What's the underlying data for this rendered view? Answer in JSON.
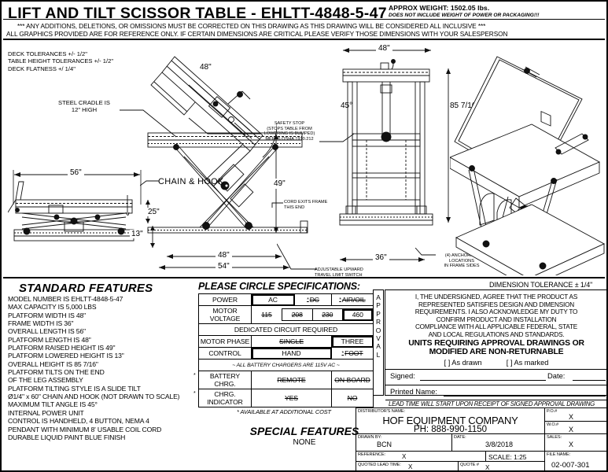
{
  "header": {
    "title": "LIFT AND TILT SCISSOR TABLE - EHLTT-4848-5-47",
    "weight": "APPROX WEIGHT: 1502.05 lbs.",
    "weight_note": "DOES NOT INCLUDE WEIGHT OF POWER OR PACKAGING!!!",
    "note_line1": "*** ANY ADDITIONS, DELETIONS, OR OMISSIONS MUST BE CORRECTED ON THIS DRAWING AS THIS DRAWING WILL BE CONSIDERED ALL INCLUSIVE ***",
    "note_line2": "ALL GRAPHICS PROVIDED ARE FOR REFERENCE ONLY. IF CERTAIN DIMENSIONS ARE CRITICAL PLEASE VERIFY THOSE DIMENSIONS WITH YOUR SALESPERSON"
  },
  "drawing": {
    "tolerances": {
      "line1": "DECK TOLERANCES +/- 1/2\"",
      "line2": "TABLE HEIGHT TOLERANCES +/- 1/2\"",
      "line3": "DECK FLATNESS +/ 1/4\""
    },
    "callouts": {
      "cradle_l1": "STEEL CRADLE IS",
      "cradle_l2": "12\" HIGH",
      "chain_hook": "CHAIN & HOOK",
      "safety_l1": "SAFETY STOP",
      "safety_l2": "(STOPS TABLE FROM",
      "safety_l3": "LOWERING IS BUMPED)",
      "safety_l4": "MEETS OSHA 1910.212",
      "cord_l1": "CORD EXITS FRAME",
      "cord_l2": "THIS END",
      "limit_l1": "ADJUSTABLE UPWARD",
      "limit_l2": "TRAVEL LIMIT SWITCH",
      "anchor_l1": "(4) ANCHORING",
      "anchor_l2": "LOCATIONS",
      "anchor_l3": "IN FRAME SIDES"
    },
    "dims": {
      "d48_tilt": "48\"",
      "angle45": "45°",
      "d48_top": "48\"",
      "d85_7_16": "85 7/16\"",
      "d56": "56\"",
      "d25": "25\"",
      "d13": "13\"",
      "d49": "49\"",
      "d48_base": "48\"",
      "d54": "54\"",
      "d36": "36\""
    }
  },
  "standard_features": {
    "title": "STANDARD FEATURES",
    "items": [
      "MODEL NUMBER IS EHLTT-4848-5-47",
      "MAX CAPACITY IS 5,000 LBS",
      "PLATFORM WIDTH IS  48\"",
      "FRAME WIDTH IS  36\"",
      "OVERALL LENGTH IS  56\"",
      "PLATFORM LENGTH IS  48\"",
      "PLATFORM RAISED HEIGHT IS  49\"",
      "PLATFORM LOWERED HEIGHT IS  13\"",
      "OVERALL HEIGHT IS  85 7/16\"",
      "PLATFORM TILTS ON THE END",
      "OF THE LEG ASSEMBLY",
      "PLATFORM TILTING STYLE IS A SLIDE TILT",
      "Ø1/4\" x 60\" CHAIN AND HOOK (NOT DRAWN TO SCALE)",
      "MAXIMUM TILT ANGLE IS  45°",
      "INTERNAL POWER UNIT",
      "CONTROL IS HANDHELD, 4 BUTTON, NEMA 4",
      "PENDANT WITH MINIMUM 8' USABLE COIL CORD",
      "DURABLE LIQUID PAINT BLUE FINISH"
    ]
  },
  "special_features": {
    "title": "SPECIAL FEATURES",
    "value": "NONE"
  },
  "specifications": {
    "title": "PLEASE CIRCLE SPECIFICATIONS:",
    "rows": {
      "power": {
        "label": "POWER",
        "options": [
          "AC",
          "DC",
          "AIR/OIL"
        ],
        "selected": "AC"
      },
      "motor_voltage": {
        "label": "MOTOR VOLTAGE",
        "options": [
          "115",
          "208",
          "230",
          "460"
        ],
        "selected": "460"
      },
      "dedicated": "DEDICATED CIRCUIT REQUIRED",
      "motor_phase": {
        "label": "MOTOR PHASE",
        "options": [
          "SINGLE",
          "THREE"
        ],
        "selected": "THREE"
      },
      "control": {
        "label": "CONTROL",
        "options": [
          "HAND",
          "FOOT"
        ],
        "selected": "HAND"
      },
      "battery_note": "~ ALL BATTERY CHARGERS ARE 115V AC ~",
      "battery_chrg": {
        "label": "BATTERY CHRG.",
        "options": [
          "REMOTE",
          "ON-BOARD"
        ],
        "selected": ""
      },
      "chrg_indicator": {
        "label": "CHRG. INDICATOR",
        "options": [
          "YES",
          "NO"
        ],
        "selected": ""
      }
    },
    "footnote": "* AVAILABLE AT ADDITIONAL COST"
  },
  "approval": {
    "sidebar": "APPROVAL",
    "dimension_tolerance": "DIMENSION TOLERANCE ± 1/4\"",
    "para_l1": "I, THE UNDERSIGNED, AGREE THAT THE PRODUCT AS",
    "para_l2": "REPRESENTED SATISFIES DESIGN AND DIMENSION",
    "para_l3": "REQUIREMENTS.  I ALSO ACKNOWLEDGE MY DUTY TO",
    "para_l4": "CONFIRM PRODUCT AND INSTALLATION",
    "para_l5": "COMPLIANCE WITH ALL APPLICABLE FEDERAL, STATE",
    "para_l6": "AND LOCAL REGULATIONS AND STANDARDS.",
    "bold_l1": "UNITS REQUIRING APPROVAL DRAWINGS OR",
    "bold_l2": "MODIFIED ARE NON-RETURNABLE",
    "check_as_drawn": "[   ] As drawn",
    "check_as_marked": "[   ] As marked",
    "signed_label": "Signed:",
    "date_label": "Date:",
    "printed_name_label": "Printed Name:",
    "lead_time_note": "LEAD TIME WILL START UPON RECEIPT OF SIGNED APPROVAL DRAWING"
  },
  "title_block": {
    "distributor_label": "DISTRIBUTOR'S NAME:",
    "company": "HOF EQUIPMENT COMPANY",
    "phone": "PH: 888-990-1150",
    "po_label": "P.O.#",
    "po_value": "X",
    "wo_label": "W.O.#",
    "wo_value": "X",
    "drawn_by_label": "DRAWN BY:",
    "drawn_by_value": "BCN",
    "date_label": "DATE:",
    "date_value": "3/8/2018",
    "sales_label": "SALES:",
    "sales_value": "X",
    "reference_label": "REFERENCE:",
    "reference_value": "X",
    "scale_label": "SCALE: 1:25",
    "file_name_label": "FILE NAME:",
    "file_name_value": "02-007-301",
    "quoted_lead_label": "QUOTED LEAD TIME:",
    "quoted_lead_value": "X",
    "quote_label": "QUOTE #",
    "quote_value": "X"
  }
}
